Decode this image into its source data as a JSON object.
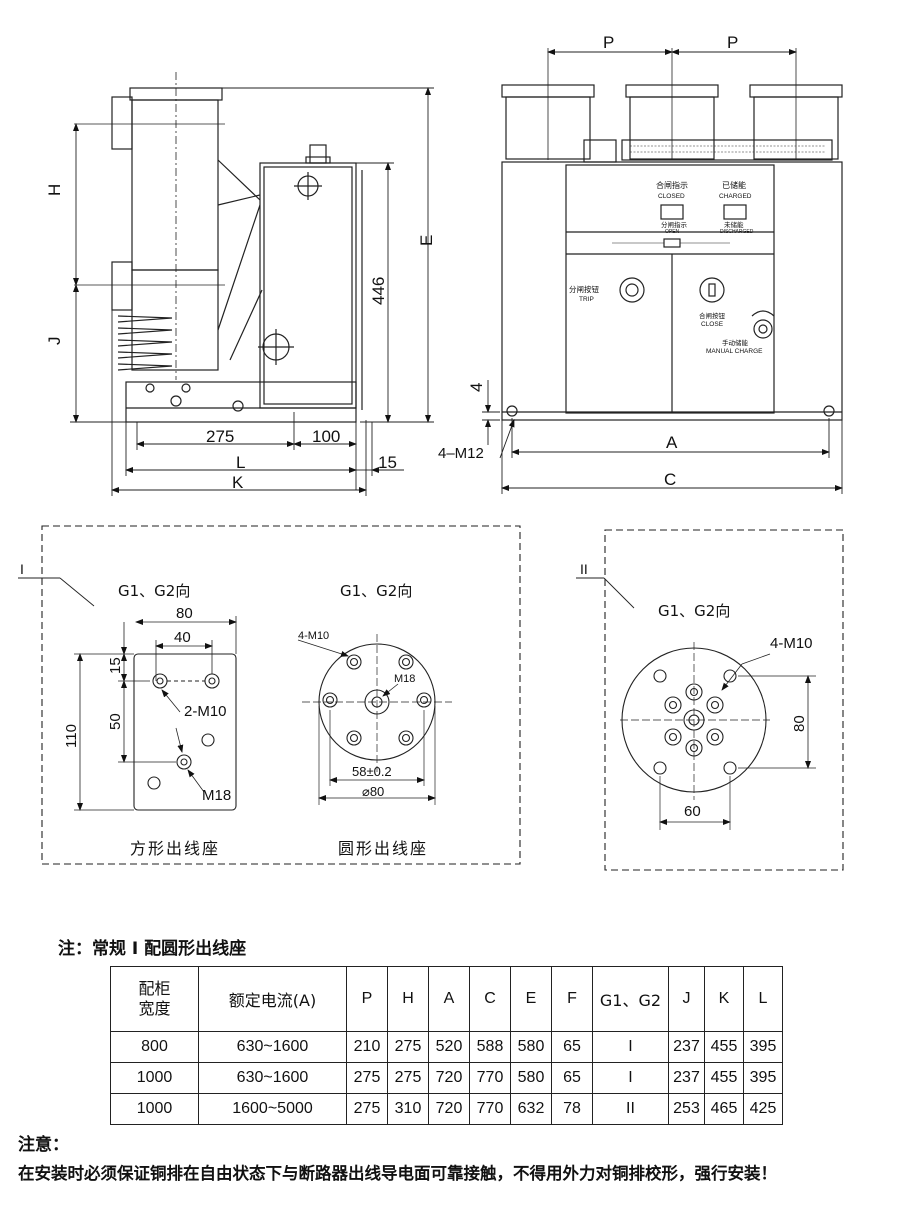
{
  "side_view": {
    "dim_H": "H",
    "dim_J": "J",
    "dim_E": "E",
    "dim_446": "446",
    "dim_275": "275",
    "dim_100": "100",
    "dim_L": "L",
    "dim_K": "K",
    "dim_15": "15"
  },
  "front_view": {
    "dim_P1": "P",
    "dim_P2": "P",
    "dim_A": "A",
    "dim_C": "C",
    "dim_4": "4",
    "bolt": "4–M12",
    "panel": {
      "closed_indicator_cn": "合闸指示",
      "closed_indicator_en": "CLOSED",
      "open_indicator_cn": "分闸指示",
      "open_indicator_en": "OPEN",
      "charged_cn": "已储能",
      "charged_en": "CHARGED",
      "discharged_cn": "未储能",
      "discharged_en": "DISCHARGED",
      "trip_cn": "分闸按钮",
      "trip_en": "TRIP",
      "close_cn": "合闸按钮",
      "close_en": "CLOSE",
      "manual_cn": "手动储能",
      "manual_en": "MANUAL CHARGE"
    }
  },
  "detail_1": {
    "roman": "I",
    "square_dir": "G1、G2向",
    "round_dir": "G1、G2向",
    "d80": "80",
    "d40": "40",
    "d15": "15",
    "d50": "50",
    "d110": "110",
    "hole_2m10": "2-M10",
    "hole_m18": "M18",
    "round_4m10": "4-M10",
    "round_m18": "M18",
    "round_58": "58±0.2",
    "round_d80": "⌀80",
    "square_caption": "方形出线座",
    "round_caption": "圆形出线座"
  },
  "detail_2": {
    "roman": "II",
    "dir": "G1、G2向",
    "hole_4m10": "4-M10",
    "d80": "80",
    "d60": "60"
  },
  "note": "注：常规 I 配圆形出线座",
  "table": {
    "headers": [
      "配柜\n宽度",
      "额定电流(A)",
      "P",
      "H",
      "A",
      "C",
      "E",
      "F",
      "G1、G2",
      "J",
      "K",
      "L"
    ],
    "rows": [
      [
        "800",
        "630~1600",
        "210",
        "275",
        "520",
        "588",
        "580",
        "65",
        "I",
        "237",
        "455",
        "395"
      ],
      [
        "1000",
        "630~1600",
        "275",
        "275",
        "720",
        "770",
        "580",
        "65",
        "I",
        "237",
        "455",
        "395"
      ],
      [
        "1000",
        "1600~5000",
        "275",
        "310",
        "720",
        "770",
        "632",
        "78",
        "II",
        "253",
        "465",
        "425"
      ]
    ]
  },
  "notice_title": "注意：",
  "notice_body": "在安装时必须保证铜排在自由状态下与断路器出线导电面可靠接触，不得用外力对铜排校形，强行安装！"
}
